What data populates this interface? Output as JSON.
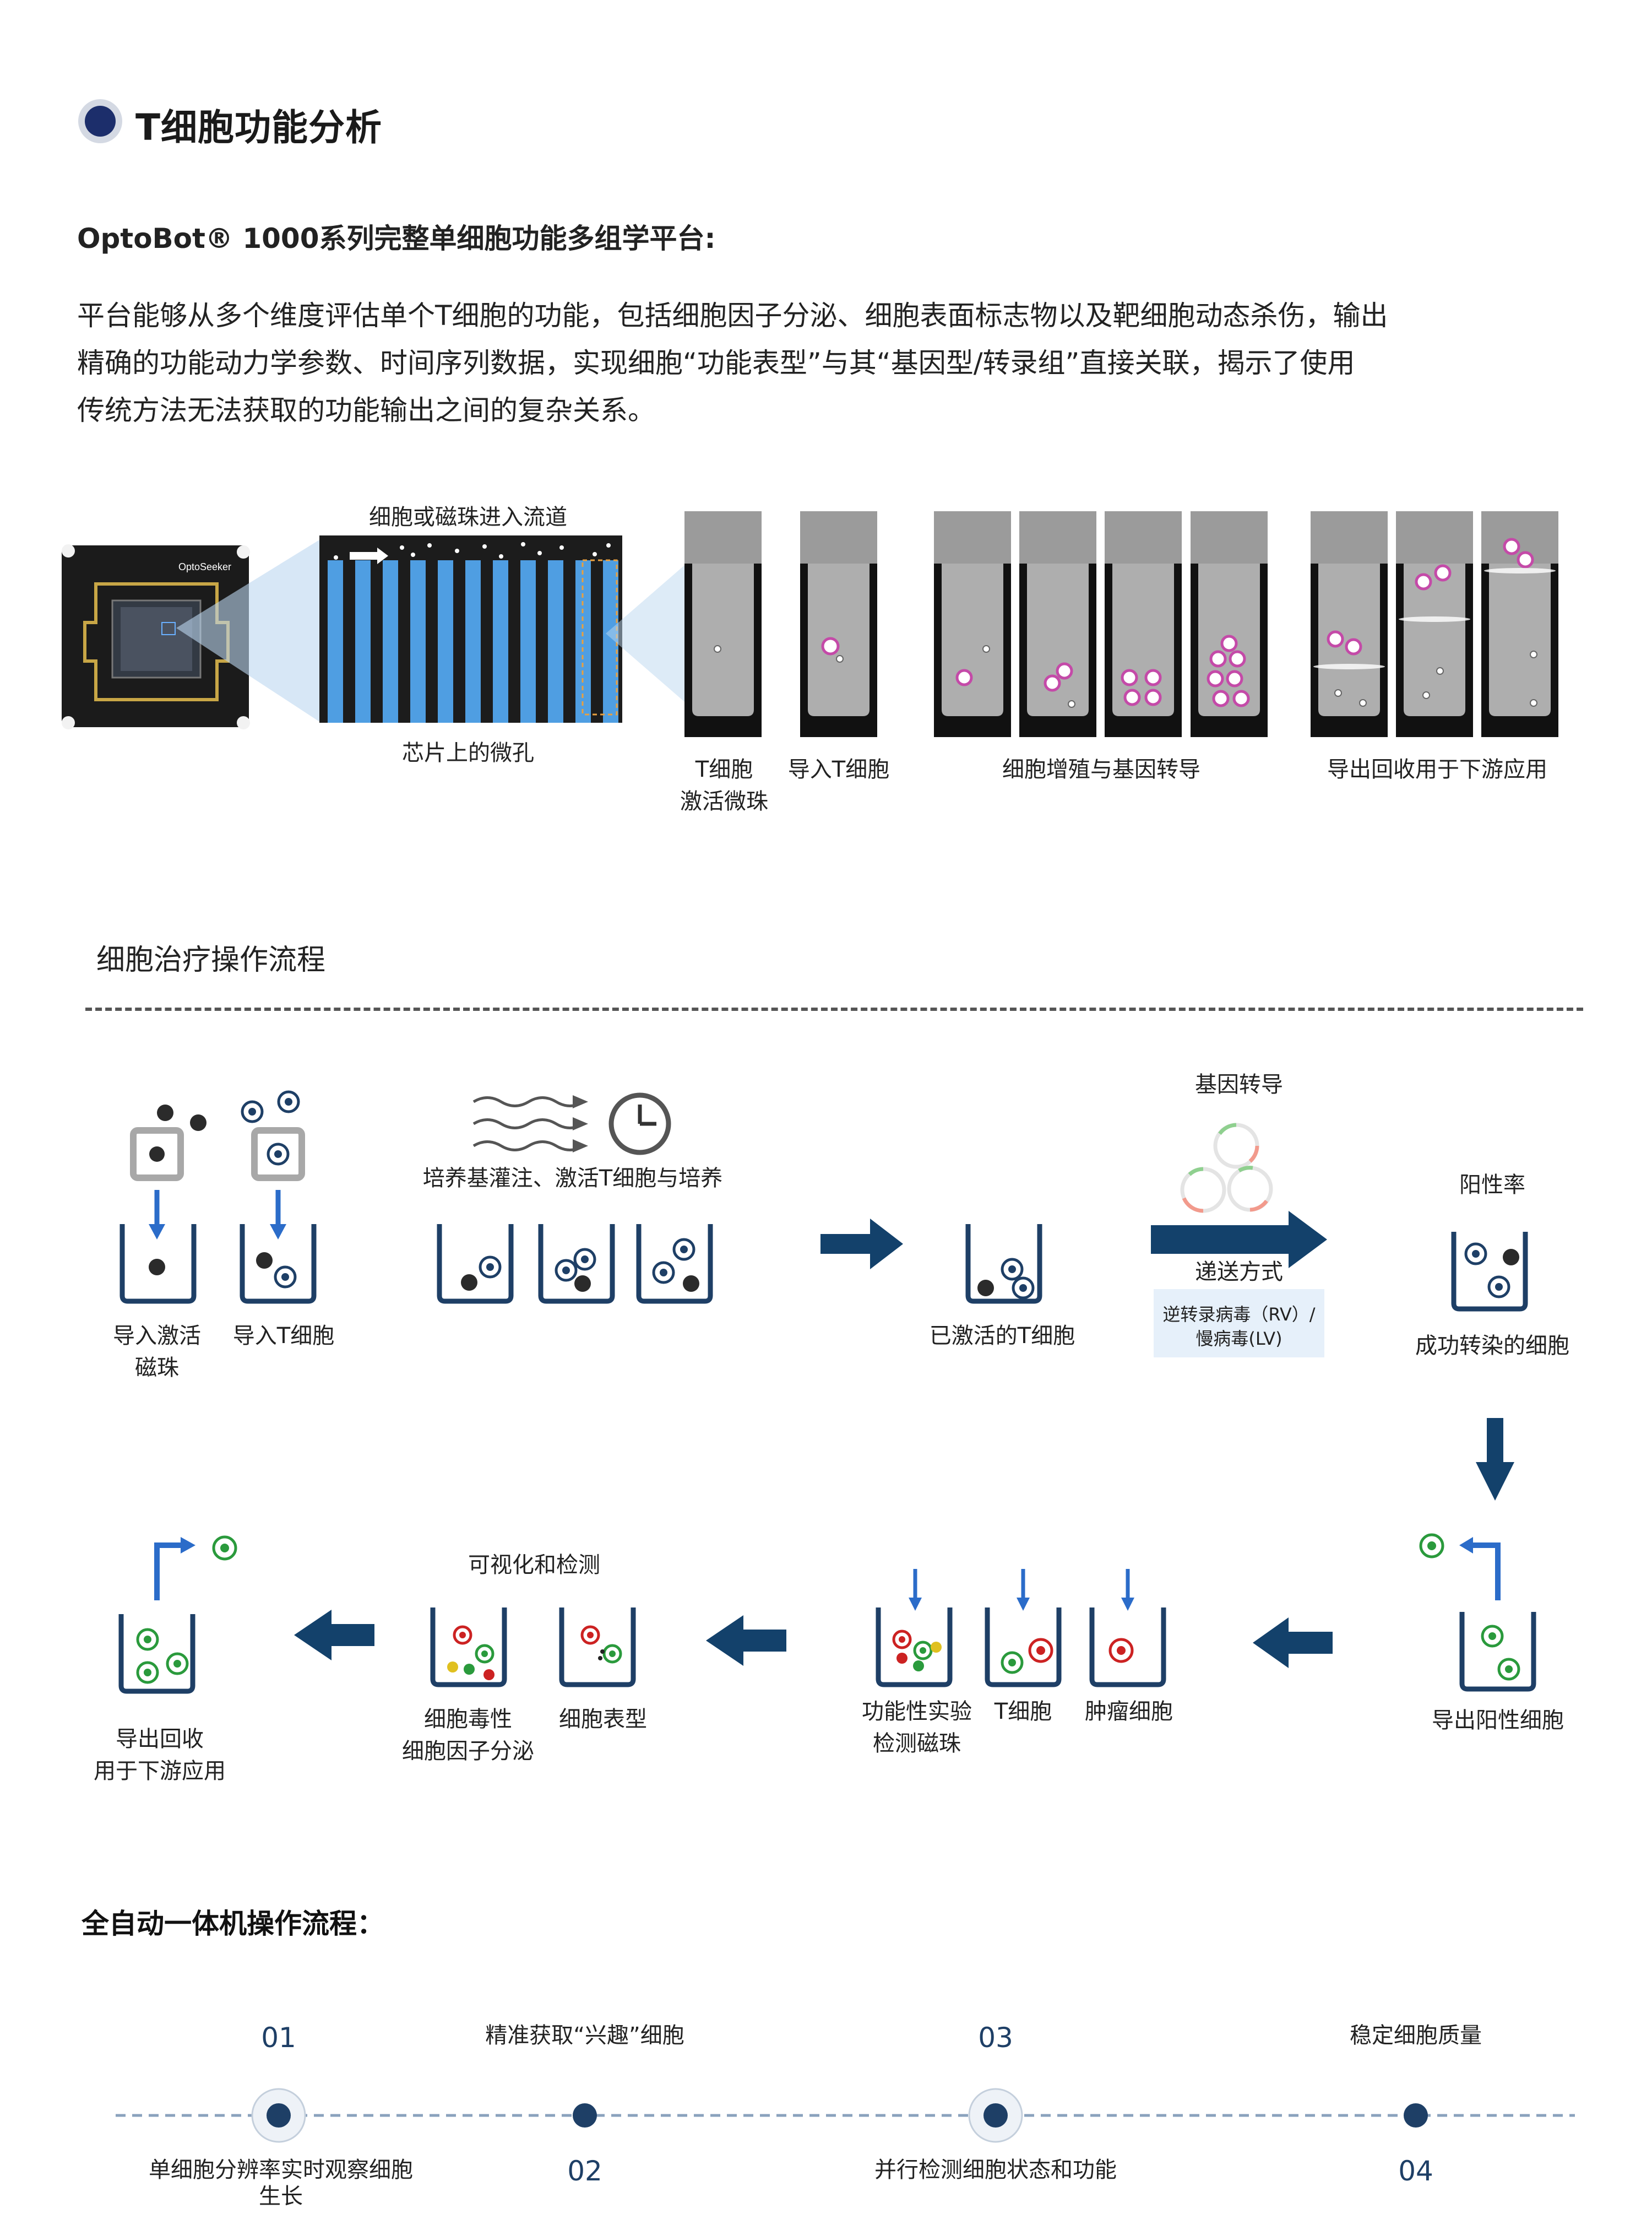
{
  "header": {
    "title": "T细胞功能分析"
  },
  "platform": {
    "subtitle": "OptoBot® 1000系列完整单细胞功能多组学平台:",
    "description": [
      "平台能够从多个维度评估单个T细胞的功能，包括细胞因子分泌、细胞表面标志物以及靶细胞动态杀伤，输出",
      "精确的功能动力学参数、时间序列数据，实现细胞“功能表型”与其“基因型/转录组”直接关联，揭示了使用",
      "传统方法无法获取的功能输出之间的复杂关系。"
    ]
  },
  "chip": {
    "logo_text": "OptoSeeker",
    "flow_label": "细胞或磁珠进入流道",
    "wells_label": "芯片上的微孔",
    "stage_labels": [
      "T细胞",
      "激活微珠",
      "导入T细胞",
      "细胞增殖与基因转导",
      "导出回收用于下游应用"
    ]
  },
  "therapy": {
    "section_title": "细胞治疗操作流程",
    "step_import_beads": [
      "导入激活",
      "磁珠"
    ],
    "step_import_tcells": "导入T细胞",
    "step_culture": "培养基灌注、激活T细胞与培养",
    "step_activated": "已激活的T细胞",
    "gene_transduction": "基因转导",
    "delivery_title": "递送方式",
    "delivery_methods": [
      "逆转录病毒（RV）/",
      "慢病毒(LV)"
    ],
    "positive_rate": "阳性率",
    "transfected": "成功转染的细胞",
    "export_positive": "导出阳性细胞",
    "assay_beads": [
      "功能性实验",
      "检测磁珠"
    ],
    "tcell": "T细胞",
    "tumor": "肿瘤细胞",
    "visualize": "可视化和检测",
    "cytotox": [
      "细胞毒性",
      "细胞因子分泌"
    ],
    "phenotype": "细胞表型",
    "export_downstream": [
      "导出回收",
      "用于下游应用"
    ]
  },
  "automation": {
    "title": "全自动一体机操作流程：",
    "steps": [
      {
        "num": "01",
        "label": "单细胞分辨率实时观察细胞",
        "label2": "生长"
      },
      {
        "num": "02",
        "label": "精准获取“兴趣”细胞"
      },
      {
        "num": "03",
        "label": "并行检测细胞状态和功能"
      },
      {
        "num": "04",
        "label": "稳定细胞质量"
      }
    ]
  },
  "colors": {
    "navy": "#1e3f66",
    "blue": "#3c97d9",
    "dark_arrow": "#13416b",
    "light_blue_bg": "#e6f0fa",
    "magenta": "#c44aa8"
  }
}
